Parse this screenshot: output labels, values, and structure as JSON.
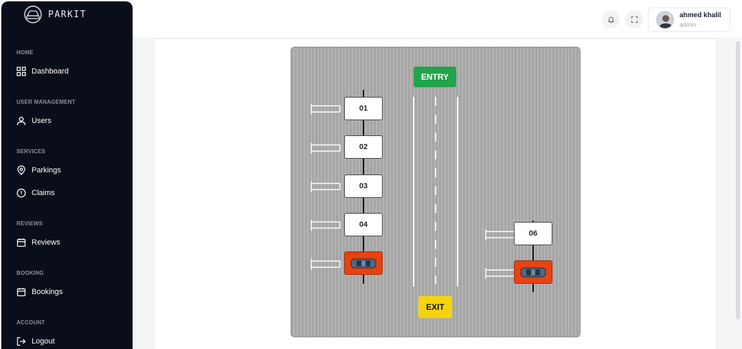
{
  "app": {
    "name": "PARKIT"
  },
  "sidebar": {
    "sections": [
      {
        "label": "HOME",
        "items": [
          {
            "label": "Dashboard",
            "icon": "grid-icon"
          }
        ]
      },
      {
        "label": "USER MANAGEMENT",
        "items": [
          {
            "label": "Users",
            "icon": "user-icon"
          }
        ]
      },
      {
        "label": "SERVICES",
        "items": [
          {
            "label": "Parkings",
            "icon": "location-pin-icon"
          },
          {
            "label": "Claims",
            "icon": "alert-circle-icon"
          }
        ]
      },
      {
        "label": "REVIEWS",
        "items": [
          {
            "label": "Reviews",
            "icon": "calendar-icon"
          }
        ]
      },
      {
        "label": "BOOKING",
        "items": [
          {
            "label": "Bookings",
            "icon": "calendar-icon"
          }
        ]
      },
      {
        "label": "ACCOUNT",
        "items": [
          {
            "label": "Logout",
            "icon": "logout-icon"
          }
        ]
      }
    ]
  },
  "header": {
    "user_name": "ahmed khalil",
    "user_role": "admin",
    "icons": [
      "bell-icon",
      "fullscreen-icon"
    ]
  },
  "lot": {
    "entry_label": "ENTRY",
    "exit_label": "EXIT",
    "spots": [
      {
        "label": "01",
        "status": "free"
      },
      {
        "label": "02",
        "status": "free"
      },
      {
        "label": "03",
        "status": "free"
      },
      {
        "label": "04",
        "status": "free"
      },
      {
        "label": "",
        "status": "occupied"
      },
      {
        "label": "06",
        "status": "free"
      },
      {
        "label": "",
        "status": "occupied"
      }
    ]
  },
  "colors": {
    "sidebar_bg": "#0a0e1a",
    "entry": "#22a44a",
    "exit": "#f7d30c",
    "occupied": "#e9420f"
  }
}
